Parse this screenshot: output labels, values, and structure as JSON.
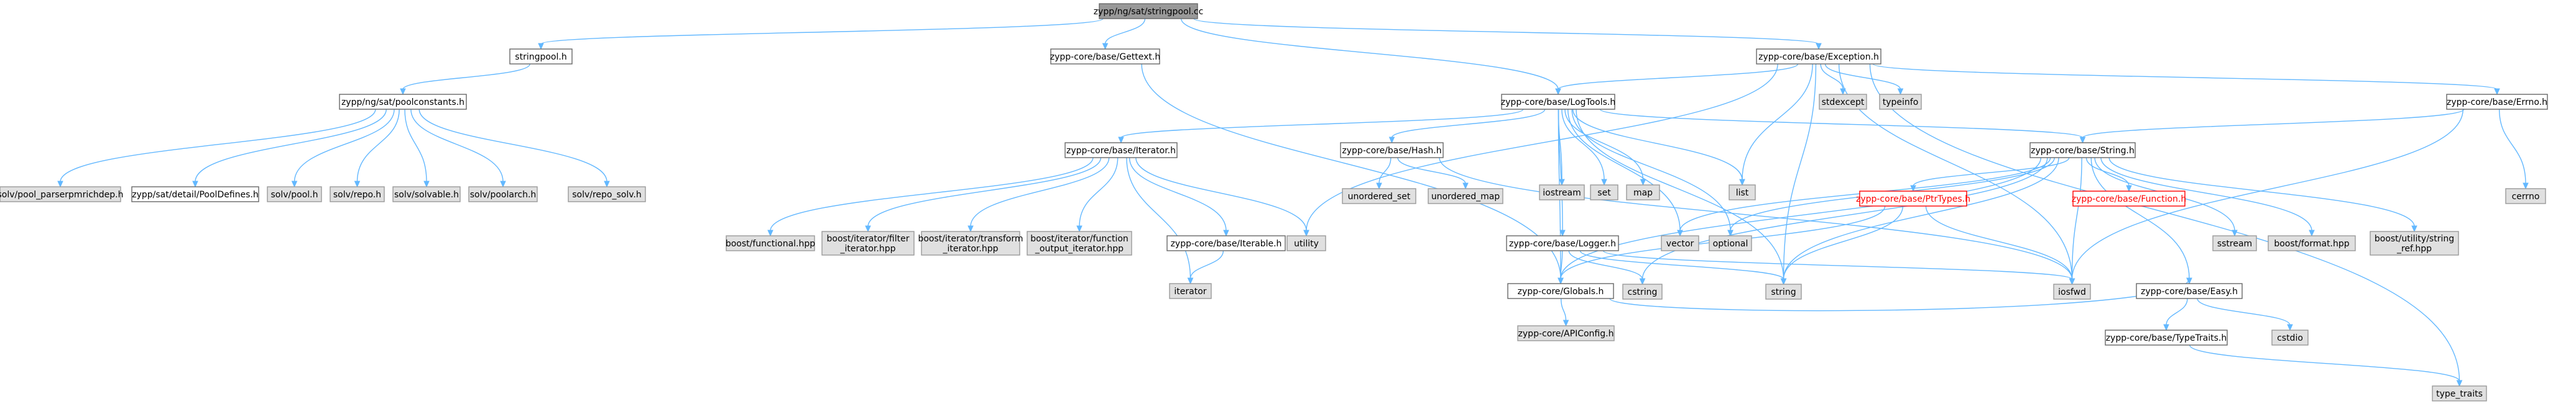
{
  "title": "zypp/ng/sat/stringpool.cc",
  "colors": {
    "edge": "#63b8ff",
    "node_border": "#666666",
    "external_fill": "#e0e0e0",
    "root_fill": "#999999",
    "missing_border": "#ff0000"
  },
  "nodes": [
    {
      "id": "stringpool_cc",
      "lines": [
        "zypp/ng/sat/stringpool.cc"
      ],
      "kind": "root"
    },
    {
      "id": "stringpool_h",
      "lines": [
        "stringpool.h"
      ],
      "kind": "file"
    },
    {
      "id": "gettext_h",
      "lines": [
        "zypp-core/base/Gettext.h"
      ],
      "kind": "file"
    },
    {
      "id": "exception_h",
      "lines": [
        "zypp-core/base/Exception.h"
      ],
      "kind": "file"
    },
    {
      "id": "poolconstants_h",
      "lines": [
        "zypp/ng/sat/poolconstants.h"
      ],
      "kind": "file"
    },
    {
      "id": "logtools_h",
      "lines": [
        "zypp-core/base/LogTools.h"
      ],
      "kind": "file"
    },
    {
      "id": "errno_h",
      "lines": [
        "zypp-core/base/Errno.h"
      ],
      "kind": "file"
    },
    {
      "id": "pool_parserpmrichdep_h",
      "lines": [
        "solv/pool_parserpmrichdep.h"
      ],
      "kind": "external"
    },
    {
      "id": "pooldefines_h",
      "lines": [
        "zypp/sat/detail/PoolDefines.h"
      ],
      "kind": "file"
    },
    {
      "id": "solv_pool_h",
      "lines": [
        "solv/pool.h"
      ],
      "kind": "external"
    },
    {
      "id": "solv_repo_h",
      "lines": [
        "solv/repo.h"
      ],
      "kind": "external"
    },
    {
      "id": "solv_solvable_h",
      "lines": [
        "solv/solvable.h"
      ],
      "kind": "external"
    },
    {
      "id": "solv_poolarch_h",
      "lines": [
        "solv/poolarch.h"
      ],
      "kind": "external"
    },
    {
      "id": "solv_repo_solv_h",
      "lines": [
        "solv/repo_solv.h"
      ],
      "kind": "external"
    },
    {
      "id": "stdexcept",
      "lines": [
        "stdexcept"
      ],
      "kind": "external"
    },
    {
      "id": "typeinfo",
      "lines": [
        "typeinfo"
      ],
      "kind": "external"
    },
    {
      "id": "iterator_h",
      "lines": [
        "zypp-core/base/Iterator.h"
      ],
      "kind": "file"
    },
    {
      "id": "hash_h",
      "lines": [
        "zypp-core/base/Hash.h"
      ],
      "kind": "file"
    },
    {
      "id": "iostream",
      "lines": [
        "iostream"
      ],
      "kind": "external"
    },
    {
      "id": "set",
      "lines": [
        "set"
      ],
      "kind": "external"
    },
    {
      "id": "map",
      "lines": [
        "map"
      ],
      "kind": "external"
    },
    {
      "id": "list",
      "lines": [
        "list"
      ],
      "kind": "external"
    },
    {
      "id": "string_h",
      "lines": [
        "zypp-core/base/String.h"
      ],
      "kind": "file"
    },
    {
      "id": "cerrno",
      "lines": [
        "cerrno"
      ],
      "kind": "external"
    },
    {
      "id": "boost_functional",
      "lines": [
        "boost/functional.hpp"
      ],
      "kind": "external"
    },
    {
      "id": "boost_filter_iterator",
      "lines": [
        "boost/iterator/filter",
        "_iterator.hpp"
      ],
      "kind": "external"
    },
    {
      "id": "boost_transform_iterator",
      "lines": [
        "boost/iterator/transform",
        "_iterator.hpp"
      ],
      "kind": "external"
    },
    {
      "id": "boost_function_output_iterator",
      "lines": [
        "boost/iterator/function",
        "_output_iterator.hpp"
      ],
      "kind": "external"
    },
    {
      "id": "iterable_h",
      "lines": [
        "zypp-core/base/Iterable.h"
      ],
      "kind": "file"
    },
    {
      "id": "utility",
      "lines": [
        "utility"
      ],
      "kind": "external"
    },
    {
      "id": "unordered_set",
      "lines": [
        "unordered_set"
      ],
      "kind": "external"
    },
    {
      "id": "unordered_map",
      "lines": [
        "unordered_map"
      ],
      "kind": "external"
    },
    {
      "id": "logger_h",
      "lines": [
        "zypp-core/base/Logger.h"
      ],
      "kind": "file"
    },
    {
      "id": "vector",
      "lines": [
        "vector"
      ],
      "kind": "external"
    },
    {
      "id": "optional",
      "lines": [
        "optional"
      ],
      "kind": "external"
    },
    {
      "id": "ptrtypes_h",
      "lines": [
        "zypp-core/base/PtrTypes.h"
      ],
      "kind": "missing"
    },
    {
      "id": "function_h",
      "lines": [
        "zypp-core/base/Function.h"
      ],
      "kind": "missing"
    },
    {
      "id": "sstream",
      "lines": [
        "sstream"
      ],
      "kind": "external"
    },
    {
      "id": "boost_format",
      "lines": [
        "boost/format.hpp"
      ],
      "kind": "external"
    },
    {
      "id": "boost_string_ref",
      "lines": [
        "boost/utility/string",
        "_ref.hpp"
      ],
      "kind": "external"
    },
    {
      "id": "iterator_std",
      "lines": [
        "iterator"
      ],
      "kind": "external"
    },
    {
      "id": "globals_h",
      "lines": [
        "zypp-core/Globals.h"
      ],
      "kind": "file"
    },
    {
      "id": "cstring",
      "lines": [
        "cstring"
      ],
      "kind": "external"
    },
    {
      "id": "string_std",
      "lines": [
        "string"
      ],
      "kind": "external"
    },
    {
      "id": "iosfwd",
      "lines": [
        "iosfwd"
      ],
      "kind": "external"
    },
    {
      "id": "apiconfig_h",
      "lines": [
        "zypp-core/APIConfig.h"
      ],
      "kind": "external"
    },
    {
      "id": "easy_h",
      "lines": [
        "zypp-core/base/Easy.h"
      ],
      "kind": "file"
    },
    {
      "id": "cstdio",
      "lines": [
        "cstdio"
      ],
      "kind": "external"
    },
    {
      "id": "typetraits_h",
      "lines": [
        "zypp-core/base/TypeTraits.h"
      ],
      "kind": "file"
    },
    {
      "id": "type_traits",
      "lines": [
        "type_traits"
      ],
      "kind": "external"
    }
  ],
  "edges": [
    [
      "stringpool_cc",
      "stringpool_h"
    ],
    [
      "stringpool_cc",
      "gettext_h"
    ],
    [
      "stringpool_cc",
      "exception_h"
    ],
    [
      "stringpool_cc",
      "logtools_h"
    ],
    [
      "stringpool_h",
      "poolconstants_h"
    ],
    [
      "poolconstants_h",
      "pool_parserpmrichdep_h"
    ],
    [
      "poolconstants_h",
      "pooldefines_h"
    ],
    [
      "poolconstants_h",
      "solv_pool_h"
    ],
    [
      "poolconstants_h",
      "solv_repo_h"
    ],
    [
      "poolconstants_h",
      "solv_solvable_h"
    ],
    [
      "poolconstants_h",
      "solv_poolarch_h"
    ],
    [
      "poolconstants_h",
      "solv_repo_solv_h"
    ],
    [
      "gettext_h",
      "globals_h"
    ],
    [
      "exception_h",
      "stdexcept"
    ],
    [
      "exception_h",
      "typeinfo"
    ],
    [
      "exception_h",
      "list"
    ],
    [
      "exception_h",
      "string_std"
    ],
    [
      "exception_h",
      "iosfwd"
    ],
    [
      "exception_h",
      "errno_h"
    ],
    [
      "exception_h",
      "logtools_h"
    ],
    [
      "exception_h",
      "utility"
    ],
    [
      "exception_h",
      "type_traits"
    ],
    [
      "errno_h",
      "cerrno"
    ],
    [
      "errno_h",
      "string_h"
    ],
    [
      "errno_h",
      "iosfwd"
    ],
    [
      "logtools_h",
      "iterator_h"
    ],
    [
      "logtools_h",
      "hash_h"
    ],
    [
      "logtools_h",
      "iostream"
    ],
    [
      "logtools_h",
      "set"
    ],
    [
      "logtools_h",
      "map"
    ],
    [
      "logtools_h",
      "list"
    ],
    [
      "logtools_h",
      "string_h"
    ],
    [
      "logtools_h",
      "vector"
    ],
    [
      "logtools_h",
      "optional"
    ],
    [
      "logtools_h",
      "logger_h"
    ],
    [
      "logtools_h",
      "string_std"
    ],
    [
      "logtools_h",
      "globals_h"
    ],
    [
      "iterator_h",
      "boost_functional"
    ],
    [
      "iterator_h",
      "boost_filter_iterator"
    ],
    [
      "iterator_h",
      "boost_transform_iterator"
    ],
    [
      "iterator_h",
      "boost_function_output_iterator"
    ],
    [
      "iterator_h",
      "iterable_h"
    ],
    [
      "iterator_h",
      "utility"
    ],
    [
      "iterator_h",
      "iterator_std"
    ],
    [
      "iterable_h",
      "iterator_std"
    ],
    [
      "hash_h",
      "unordered_set"
    ],
    [
      "hash_h",
      "unordered_map"
    ],
    [
      "hash_h",
      "iosfwd"
    ],
    [
      "logger_h",
      "cstring"
    ],
    [
      "logger_h",
      "iosfwd"
    ],
    [
      "logger_h",
      "string_std"
    ],
    [
      "logger_h",
      "globals_h"
    ],
    [
      "string_h",
      "vector"
    ],
    [
      "string_h",
      "optional"
    ],
    [
      "string_h",
      "ptrtypes_h"
    ],
    [
      "string_h",
      "function_h"
    ],
    [
      "string_h",
      "sstream"
    ],
    [
      "string_h",
      "boost_format"
    ],
    [
      "string_h",
      "boost_string_ref"
    ],
    [
      "string_h",
      "iosfwd"
    ],
    [
      "string_h",
      "easy_h"
    ],
    [
      "string_h",
      "cstring"
    ],
    [
      "string_h",
      "string_std"
    ],
    [
      "string_h",
      "globals_h"
    ],
    [
      "ptrtypes_h",
      "iosfwd"
    ],
    [
      "ptrtypes_h",
      "string_std"
    ],
    [
      "ptrtypes_h",
      "globals_h"
    ],
    [
      "globals_h",
      "apiconfig_h"
    ],
    [
      "globals_h",
      "easy_h"
    ],
    [
      "easy_h",
      "cstdio"
    ],
    [
      "easy_h",
      "typetraits_h"
    ],
    [
      "typetraits_h",
      "type_traits"
    ]
  ]
}
